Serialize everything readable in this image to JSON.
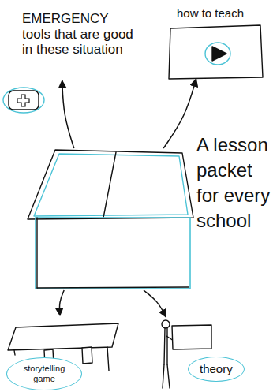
{
  "diagram": {
    "nodes": [
      {
        "text": [
          "EMERGENCY tools that are good in these situation"
        ]
      },
      {
        "text": [
          "how to teach"
        ]
      },
      {
        "text": [
          "A lesson packet for every school"
        ]
      },
      {
        "text": [
          "storytelling game"
        ]
      },
      {
        "text": [
          "theory"
        ]
      }
    ],
    "edges": [
      {
        "from": 2,
        "to": 0,
        "arrow": "to"
      },
      {
        "from": 2,
        "to": 1,
        "arrow": "to"
      },
      {
        "from": 2,
        "to": 3,
        "arrow": "to"
      },
      {
        "from": 2,
        "to": 4,
        "arrow": "to"
      }
    ]
  }
}
